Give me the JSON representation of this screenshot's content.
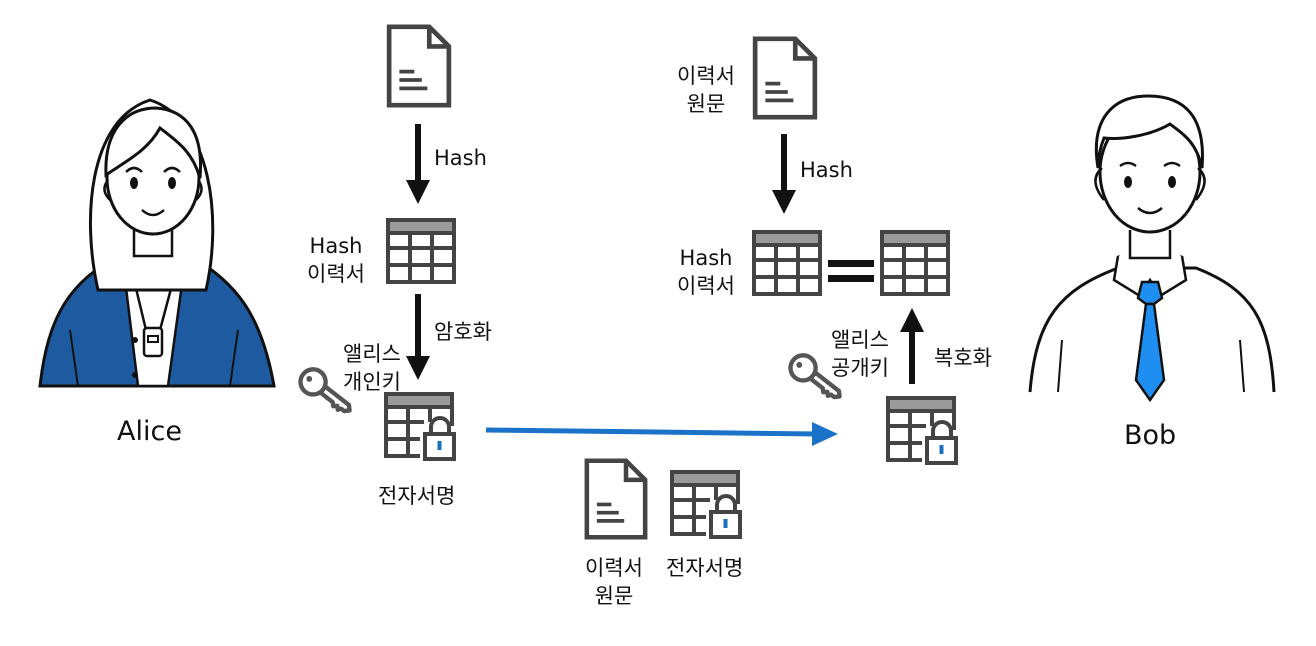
{
  "people": {
    "alice": {
      "name": "Alice"
    },
    "bob": {
      "name": "Bob"
    }
  },
  "alice_flow": {
    "hash_step": "Hash",
    "hash_doc_line1": "Hash",
    "hash_doc_line2": "이력서",
    "encrypt_step": "암호화",
    "key_line1": "앨리스",
    "key_line2": "개인키",
    "signature": "전자서명"
  },
  "transmission": {
    "doc_line1": "이력서",
    "doc_line2": "원문",
    "signature": "전자서명"
  },
  "bob_flow": {
    "doc_line1": "이력서",
    "doc_line2": "원문",
    "hash_step": "Hash",
    "hash_doc_line1": "Hash",
    "hash_doc_line2": "이력서",
    "decrypt_step": "복호화",
    "key_line1": "앨리스",
    "key_line2": "공개키"
  },
  "colors": {
    "alice_jacket": "#1e5aa0",
    "tie": "#1e8ef0",
    "transfer_arrow": "#1a73c8",
    "icon_stroke": "#444444",
    "table_header": "#9a9a9a",
    "lock_keyhole": "#1a6fc0"
  }
}
